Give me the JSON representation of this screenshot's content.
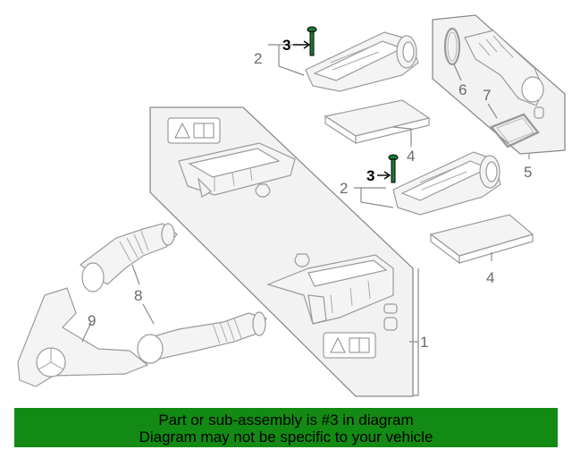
{
  "callouts": {
    "c1": "1",
    "c2a": "2",
    "c2b": "2",
    "c3a": "3",
    "c3b": "3",
    "c4a": "4",
    "c4b": "4",
    "c5": "5",
    "c6": "6",
    "c7": "7",
    "c8": "8",
    "c9": "9"
  },
  "banner": {
    "line1": "Part or sub-assembly is #3 in diagram",
    "line2": "Diagram may not be specific to your vehicle"
  },
  "colors": {
    "banner_bg": "#138a13",
    "highlight_bolt": "#1f7a34"
  }
}
